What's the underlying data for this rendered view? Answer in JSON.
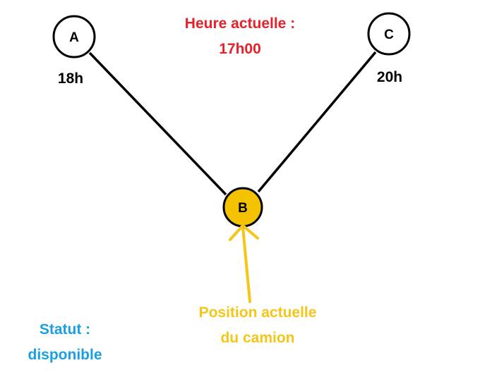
{
  "colors": {
    "edge": "#000000",
    "node_fill": "#ffffff",
    "node_current_fill": "#f5c200",
    "heure": "#e8202a",
    "position": "#f5c518",
    "statut": "#1aa0e0"
  },
  "nodes": {
    "a": {
      "label": "A",
      "time": "18h"
    },
    "b": {
      "label": "B"
    },
    "c": {
      "label": "C",
      "time": "20h"
    }
  },
  "heure": {
    "line1": "Heure actuelle :",
    "line2": "17h00"
  },
  "position": {
    "line1": "Position actuelle",
    "line2": "du camion"
  },
  "statut": {
    "line1": "Statut :",
    "line2": "disponible"
  }
}
